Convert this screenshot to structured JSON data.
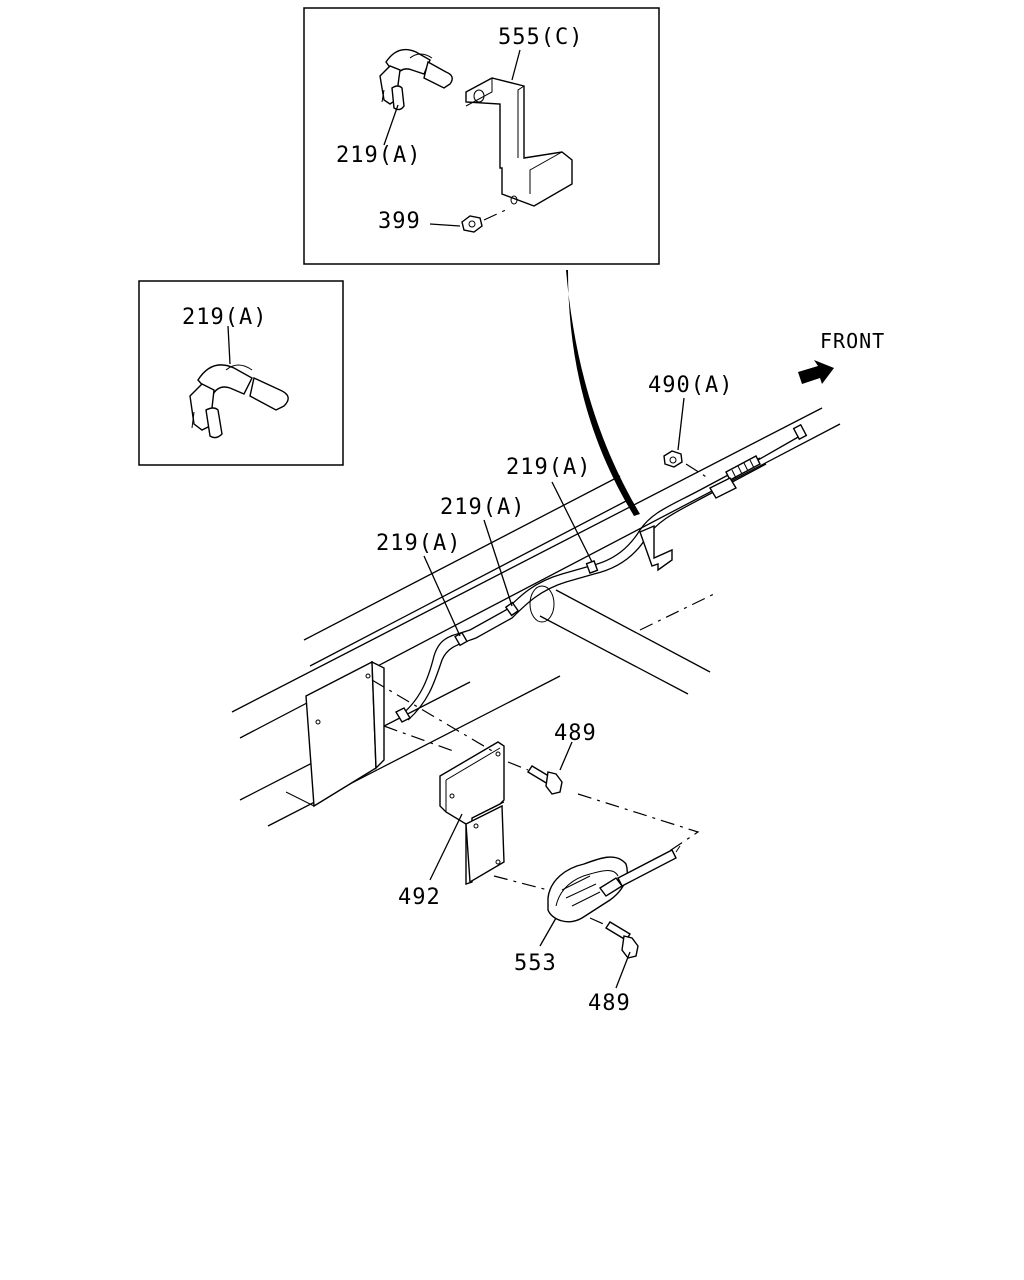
{
  "diagram": {
    "direction_label": "FRONT",
    "callouts": {
      "bracket_555c": "555(C)",
      "clip_inset1": "219(A)",
      "nut_399": "399",
      "clip_inset2": "219(A)",
      "nut_490a": "490(A)",
      "clip_1": "219(A)",
      "clip_2": "219(A)",
      "clip_3": "219(A)",
      "bolt_upper": "489",
      "bracket_492": "492",
      "lever_553": "553",
      "bolt_lower": "489"
    }
  }
}
